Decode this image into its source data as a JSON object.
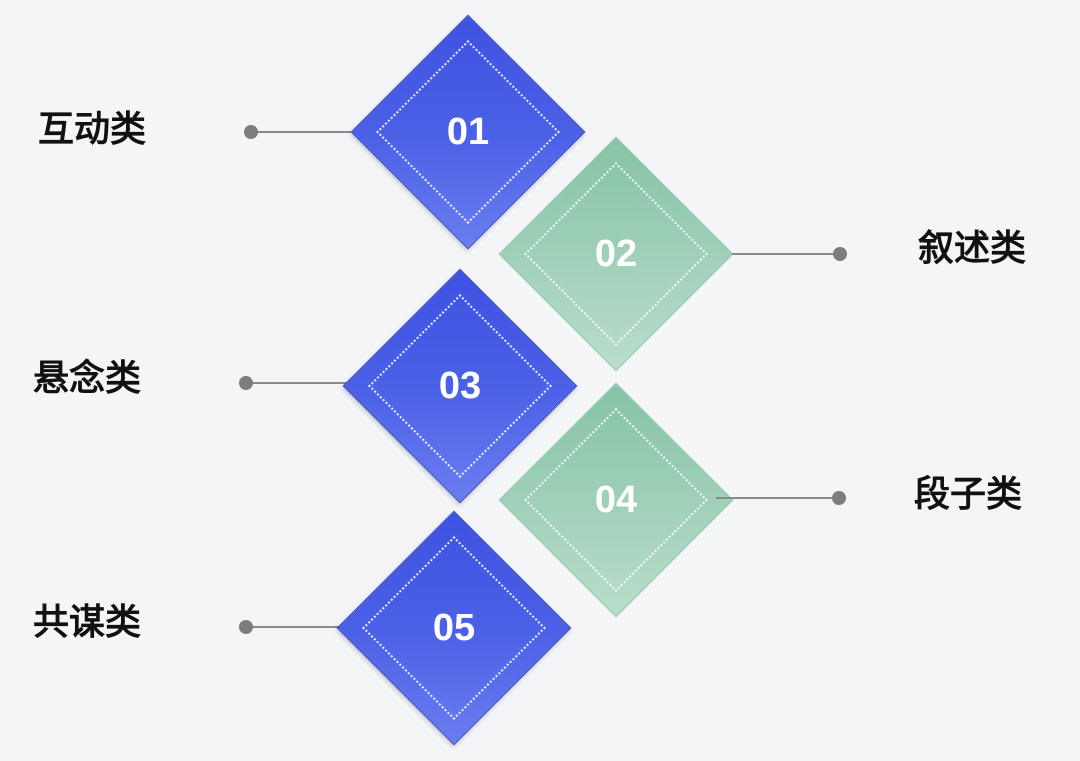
{
  "items": [
    {
      "number": "01",
      "label": "互动类",
      "side": "left",
      "color": "blue"
    },
    {
      "number": "02",
      "label": "叙述类",
      "side": "right",
      "color": "green"
    },
    {
      "number": "03",
      "label": "悬念类",
      "side": "left",
      "color": "blue"
    },
    {
      "number": "04",
      "label": "段子类",
      "side": "right",
      "color": "green"
    },
    {
      "number": "05",
      "label": "共谋类",
      "side": "left",
      "color": "blue"
    }
  ],
  "colors": {
    "blue": "#4a60e6",
    "green": "#9fd0b8",
    "connector": "#8a8a8a",
    "background": "#f4f5f7"
  }
}
